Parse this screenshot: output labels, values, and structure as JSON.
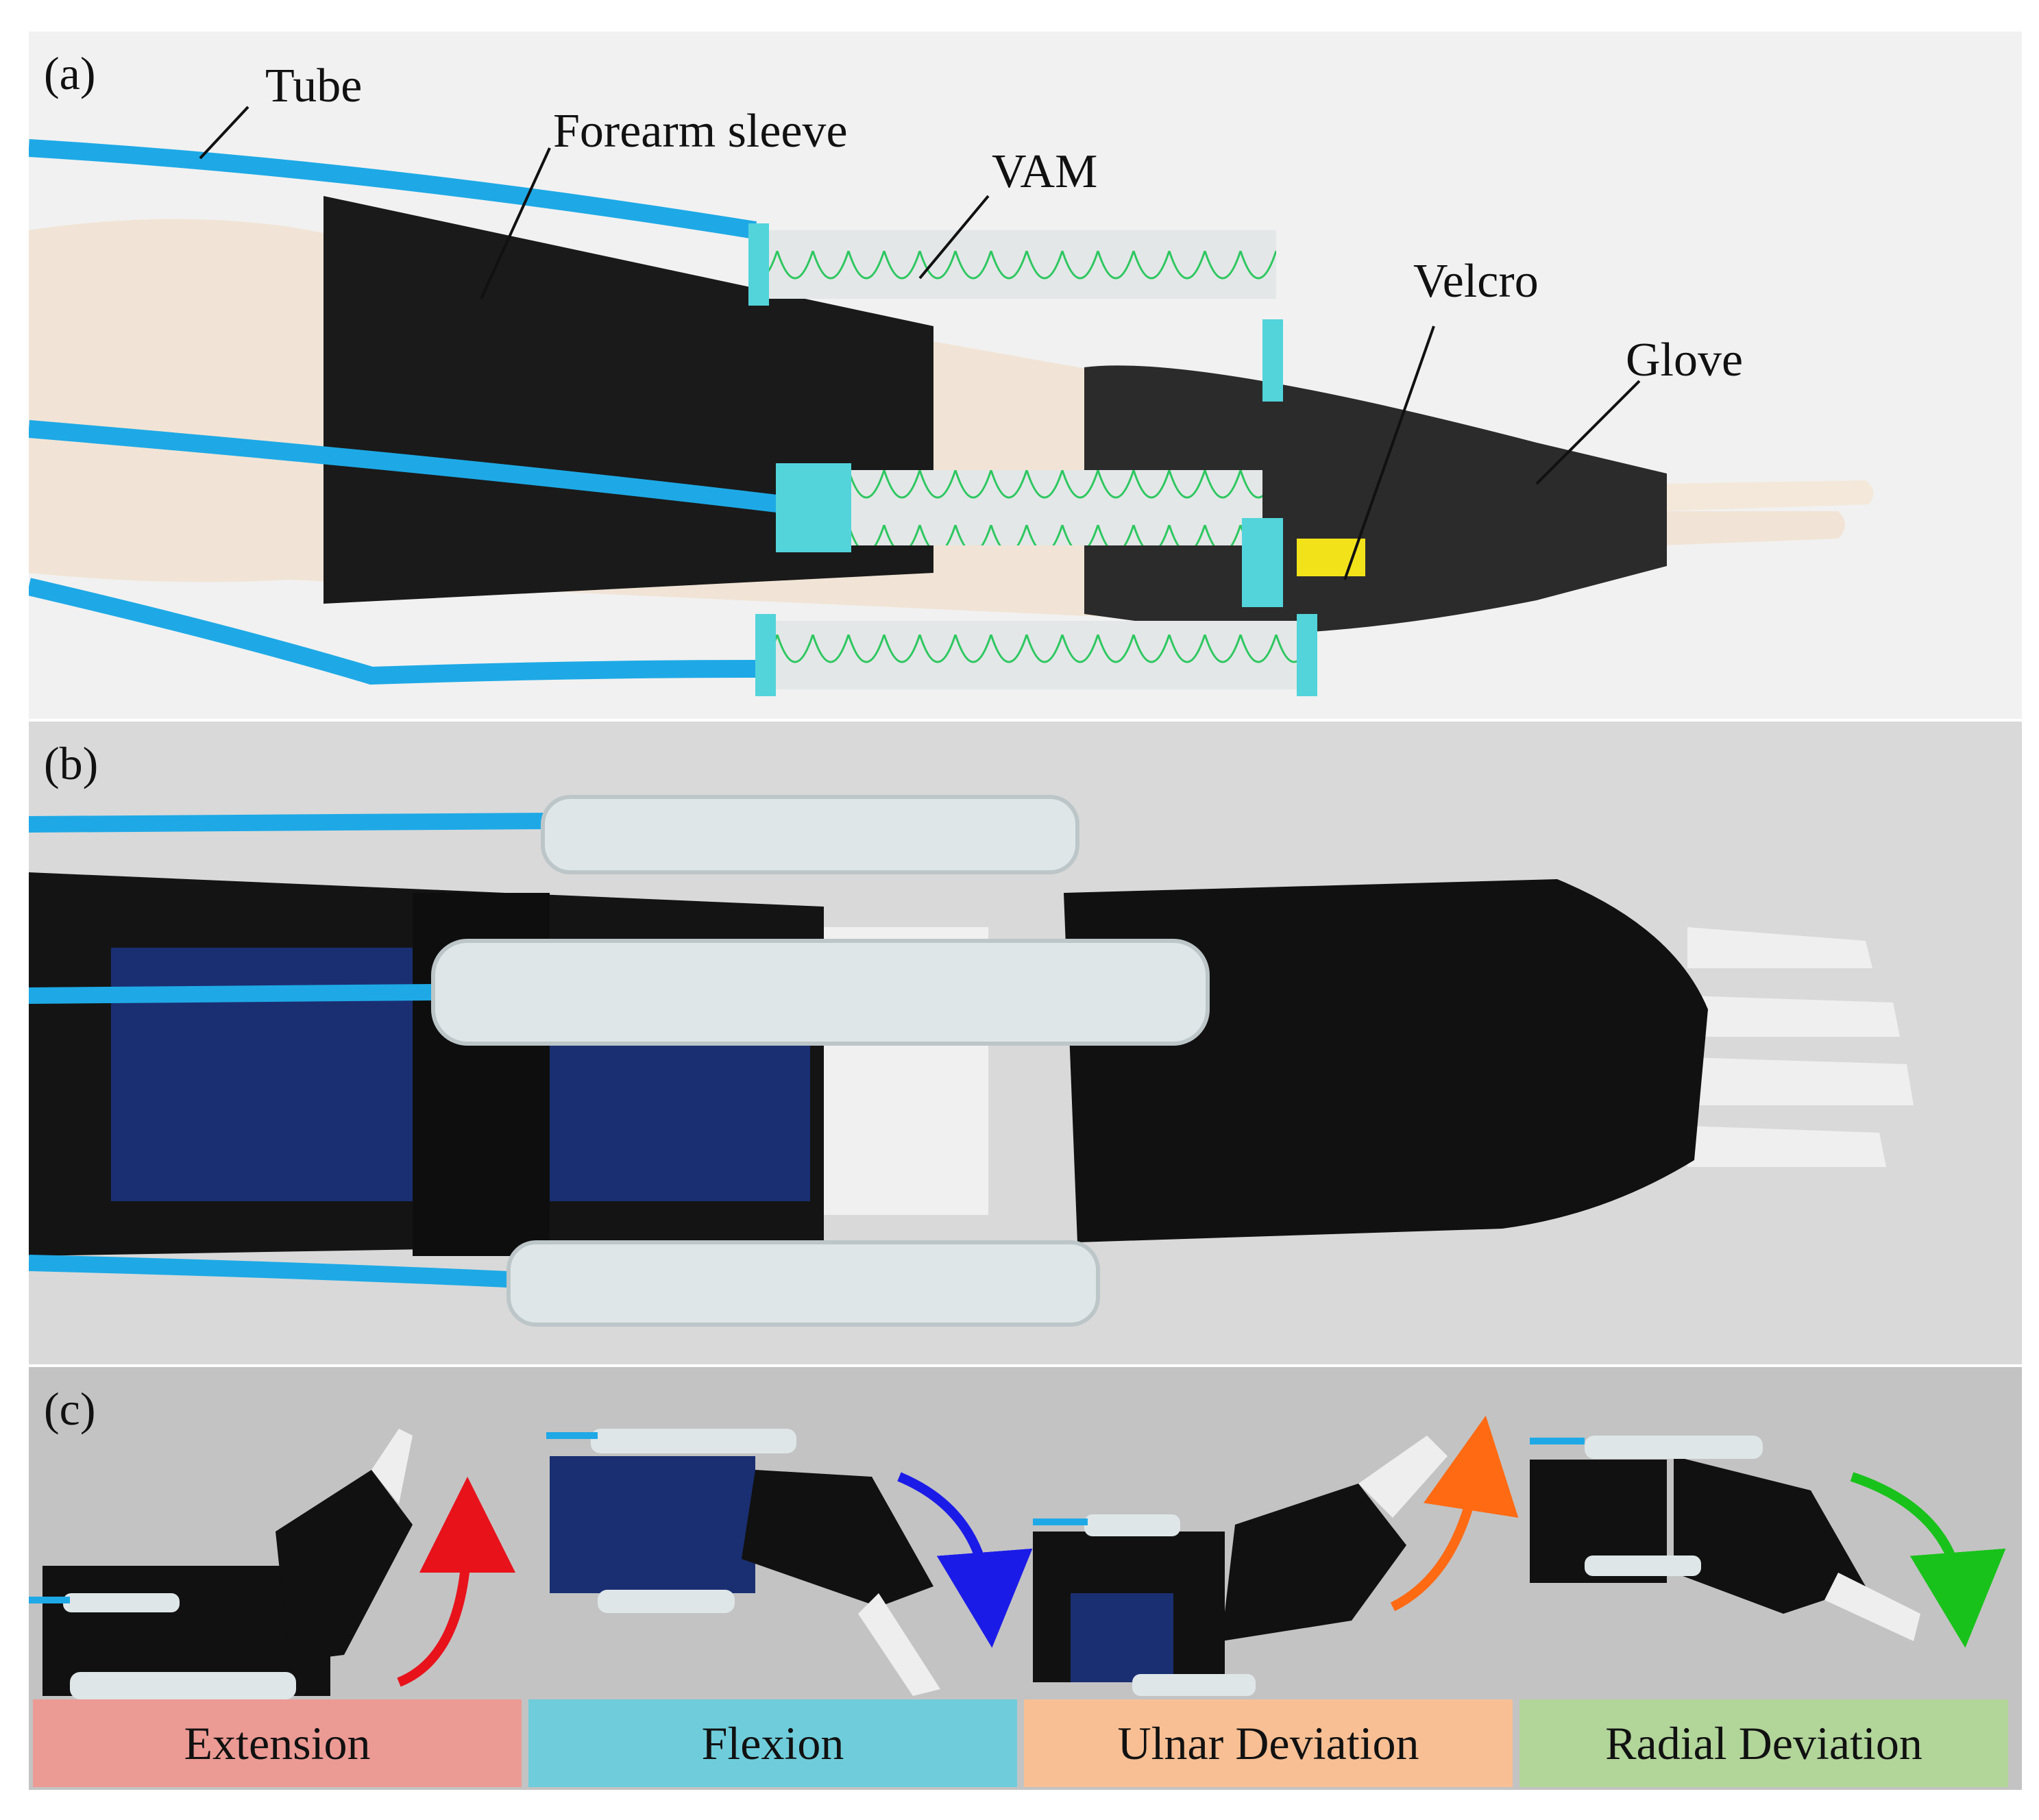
{
  "panels": {
    "a": {
      "label": "(a)",
      "callouts": {
        "tube": "Tube",
        "forearm_sleeve": "Forearm sleeve",
        "vam": "VAM",
        "velcro": "Velcro",
        "glove": "Glove"
      }
    },
    "b": {
      "label": "(b)"
    },
    "c": {
      "label": "(c)",
      "motions": [
        "Extension",
        "Flexion",
        "Ulnar Deviation",
        "Radial Deviation"
      ]
    }
  },
  "colors": {
    "tube": "#1ea9e6",
    "sleeve": "#1a1a1a",
    "skin": "#f1e4d6",
    "vam_connector": "#52d4da",
    "vam_coil": "#2ec760",
    "velcro": "#f2e21a",
    "extension_arrow": "#e8121b",
    "flexion_arrow": "#1b1be8",
    "ulnar_arrow": "#ff6a13",
    "radial_arrow": "#18c21a",
    "extension_banner": "#ec9a94",
    "flexion_banner": "#6fcddb",
    "ulnar_banner": "#f8bf94",
    "radial_banner": "#b2d59a"
  }
}
